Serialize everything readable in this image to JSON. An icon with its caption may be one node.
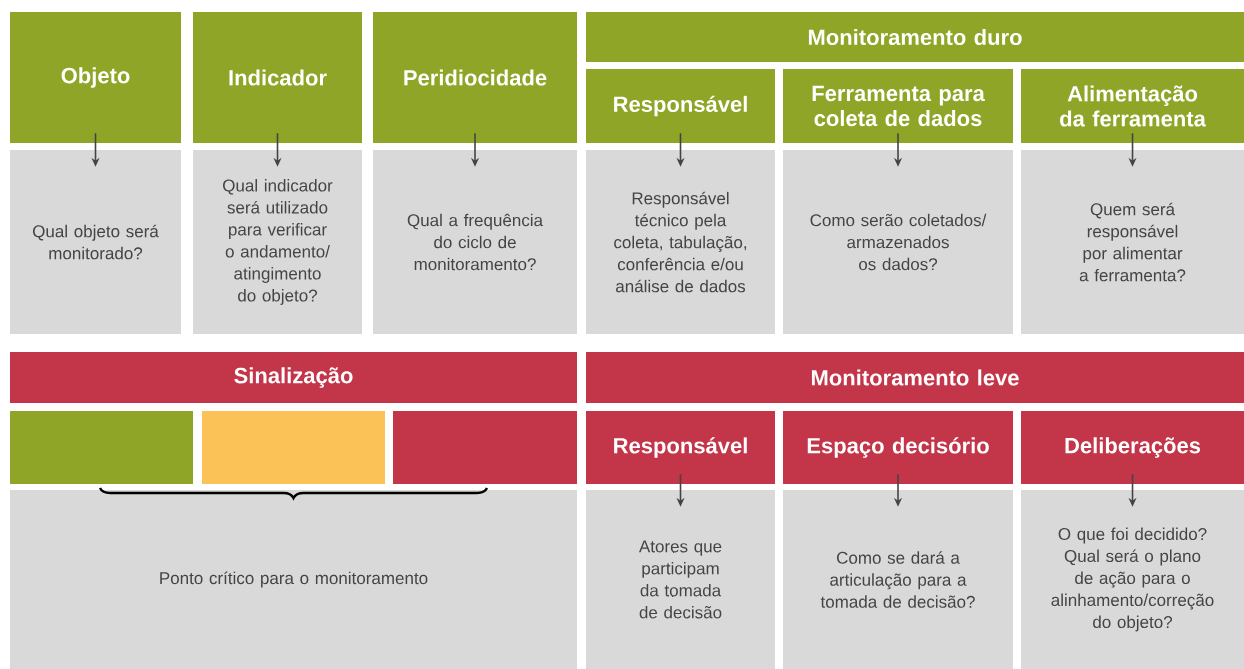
{
  "diagram": {
    "nodes": [
      {
        "text": [
          "Objeto"
        ]
      },
      {
        "text": [
          "Qual objeto será monitorado?"
        ]
      },
      {
        "text": [
          "Indicador"
        ]
      },
      {
        "text": [
          "Qual indicador será utilizado para verificar o andamento/ atingimento do objeto?"
        ]
      },
      {
        "text": [
          "Peridiocidade"
        ]
      },
      {
        "text": [
          "Qual a frequência do ciclo de monitoramento?"
        ]
      },
      {
        "text": [
          "Monitoramento duro"
        ]
      },
      {
        "text": [
          "Responsável"
        ]
      },
      {
        "text": [
          "Responsável técnico pela coleta, tabulação, conferência e/ou análise de dados"
        ]
      },
      {
        "text": [
          "Ferramenta para coleta de dados"
        ]
      },
      {
        "text": [
          "Como serão coletados/ armazenados os dados?"
        ]
      },
      {
        "text": [
          "Alimentação da ferramenta"
        ]
      },
      {
        "text": [
          "Quem será responsável por alimentar a ferramenta?"
        ]
      },
      {
        "text": [
          "Sinalização"
        ]
      },
      {
        "text": [],
        "shape": "box"
      },
      {
        "text": [],
        "shape": "box"
      },
      {
        "text": [],
        "shape": "box"
      },
      {
        "text": [
          "Ponto crítico para o monitoramento"
        ]
      },
      {
        "text": [
          "Monitoramento leve"
        ]
      },
      {
        "text": [
          "Responsável"
        ]
      },
      {
        "text": [
          "Atores que participam da tomada de decisão"
        ]
      },
      {
        "text": [
          "Espaço decisório"
        ]
      },
      {
        "text": [
          "Como se dará a articulação para a tomada de decisão?"
        ]
      },
      {
        "text": [
          "Deliberações"
        ]
      },
      {
        "text": [
          "O que foi decidido? Qual será o plano de ação para o alinhamento/correção do objeto?"
        ]
      }
    ],
    "edges": [
      {
        "from": 0,
        "to": 1,
        "arrow": "to"
      },
      {
        "from": 2,
        "to": 3,
        "arrow": "to"
      },
      {
        "from": 4,
        "to": 5,
        "arrow": "to"
      },
      {
        "from": 7,
        "to": 8,
        "arrow": "to"
      },
      {
        "from": 9,
        "to": 10,
        "arrow": "to"
      },
      {
        "from": 11,
        "to": 12,
        "arrow": "to"
      },
      {
        "from": 19,
        "to": 20,
        "arrow": "to"
      },
      {
        "from": 21,
        "to": 22,
        "arrow": "to"
      },
      {
        "from": 23,
        "to": 24,
        "arrow": "to"
      }
    ]
  }
}
